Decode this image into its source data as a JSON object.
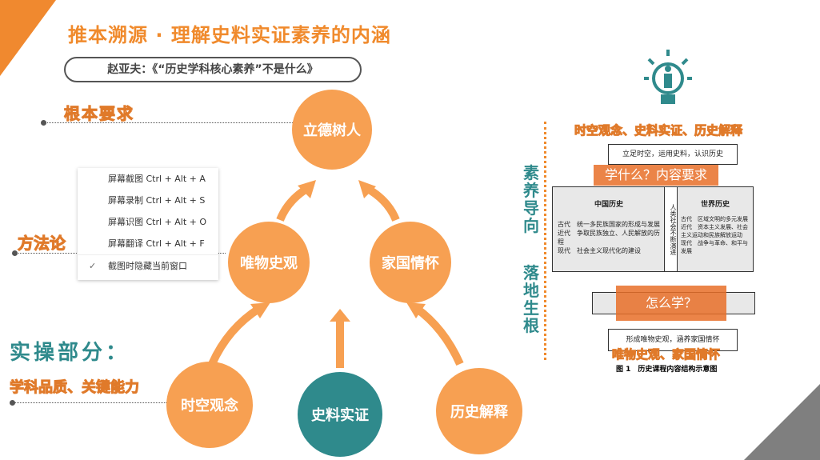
{
  "header": {
    "title": "推本溯源 · 理解史料实证素养的内涵",
    "subtitle": "赵亚夫：《“历史学科核心素养”不是什么》"
  },
  "labels": {
    "root": "根本要求",
    "method": "方法论",
    "practice": "实操部分：",
    "quality": "学科品质、关键能力"
  },
  "circles": {
    "top": "立德树人",
    "left_mid": "唯物史观",
    "right_mid": "家国情怀",
    "bottom_left": "时空观念",
    "bottom_center": "史料实证",
    "bottom_right": "历史解释"
  },
  "context_menu": {
    "items": [
      "屏幕截图 Ctrl + Alt + A",
      "屏幕录制 Ctrl + Alt + S",
      "屏幕识图 Ctrl + Alt + O",
      "屏幕翻译 Ctrl + Alt + F"
    ],
    "toggle": "截图时隐藏当前窗口",
    "toggle_checked": true
  },
  "side": {
    "vertical_top": "素养导向",
    "vertical_bottom": "落地生根",
    "top_caption": "时空观念、史料实证、历史解释",
    "bottom_caption": "唯物史观、家国情怀"
  },
  "diagram": {
    "top_box": "立足时空，运用史料，认识历史",
    "china": "中国历史",
    "world": "世界历史",
    "middle": "人类社会不断演进",
    "china_rows": [
      "古代　统一多民族国家的形成与发展",
      "近代　争取民族独立、人民解放的历程",
      "现代　社会主义现代化的建设"
    ],
    "world_rows": [
      "古代　区域文明的多元发展",
      "近代　资本主义发展、社会主义运动和民族解放运动",
      "现代　战争与革命、和平与发展"
    ],
    "bottom_box": "形成唯物史观，涵养家国情怀",
    "caption": "图 1　历史课程内容结构示意图",
    "overlay1": "学什么？",
    "overlay1b": "内容要求",
    "overlay2": "怎么学？"
  },
  "colors": {
    "orange": "#f7a052",
    "teal": "#2f8a8c"
  }
}
